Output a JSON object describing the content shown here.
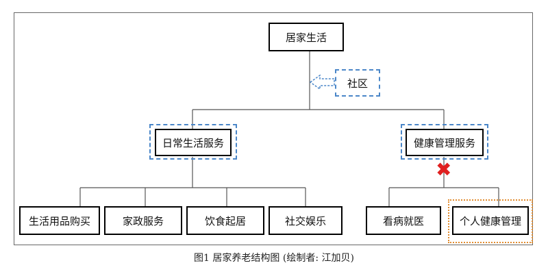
{
  "diagram": {
    "root": "居家生活",
    "community": "社区",
    "branches": [
      {
        "label": "日常生活服务",
        "children": [
          "生活用品购买",
          "家政服务",
          "饮食起居",
          "社交娱乐"
        ]
      },
      {
        "label": "健康管理服务",
        "children": [
          "看病就医",
          "个人健康管理"
        ]
      }
    ],
    "cross_mark": "✖",
    "colors": {
      "blue_dash": "#4a86c8",
      "orange_dash": "#e08a2c",
      "cross": "#e02020"
    }
  },
  "caption": "图1 居家养老结构图 (绘制者: 江加贝)"
}
